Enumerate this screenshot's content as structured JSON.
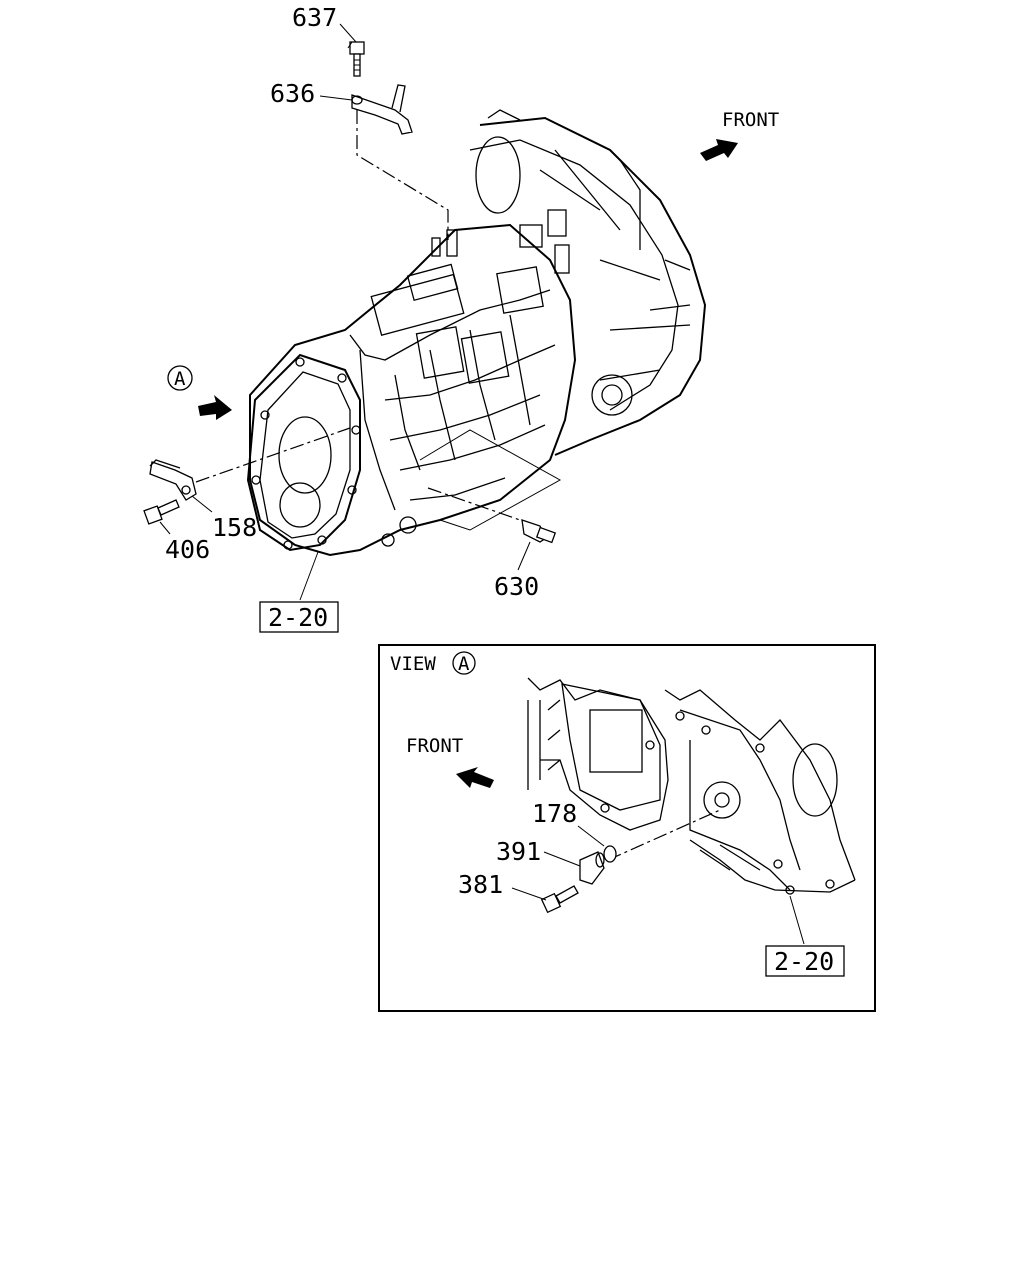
{
  "main": {
    "front_label": "FRONT",
    "view_marker": "A",
    "callouts": {
      "p637": "637",
      "p636": "636",
      "p158": "158",
      "p406": "406",
      "p630": "630",
      "ref_main": "2-20"
    }
  },
  "inset": {
    "view_label": "VIEW",
    "view_marker": "A",
    "front_label": "FRONT",
    "callouts": {
      "p178": "178",
      "p391": "391",
      "p381": "381",
      "ref_inset": "2-20"
    }
  }
}
